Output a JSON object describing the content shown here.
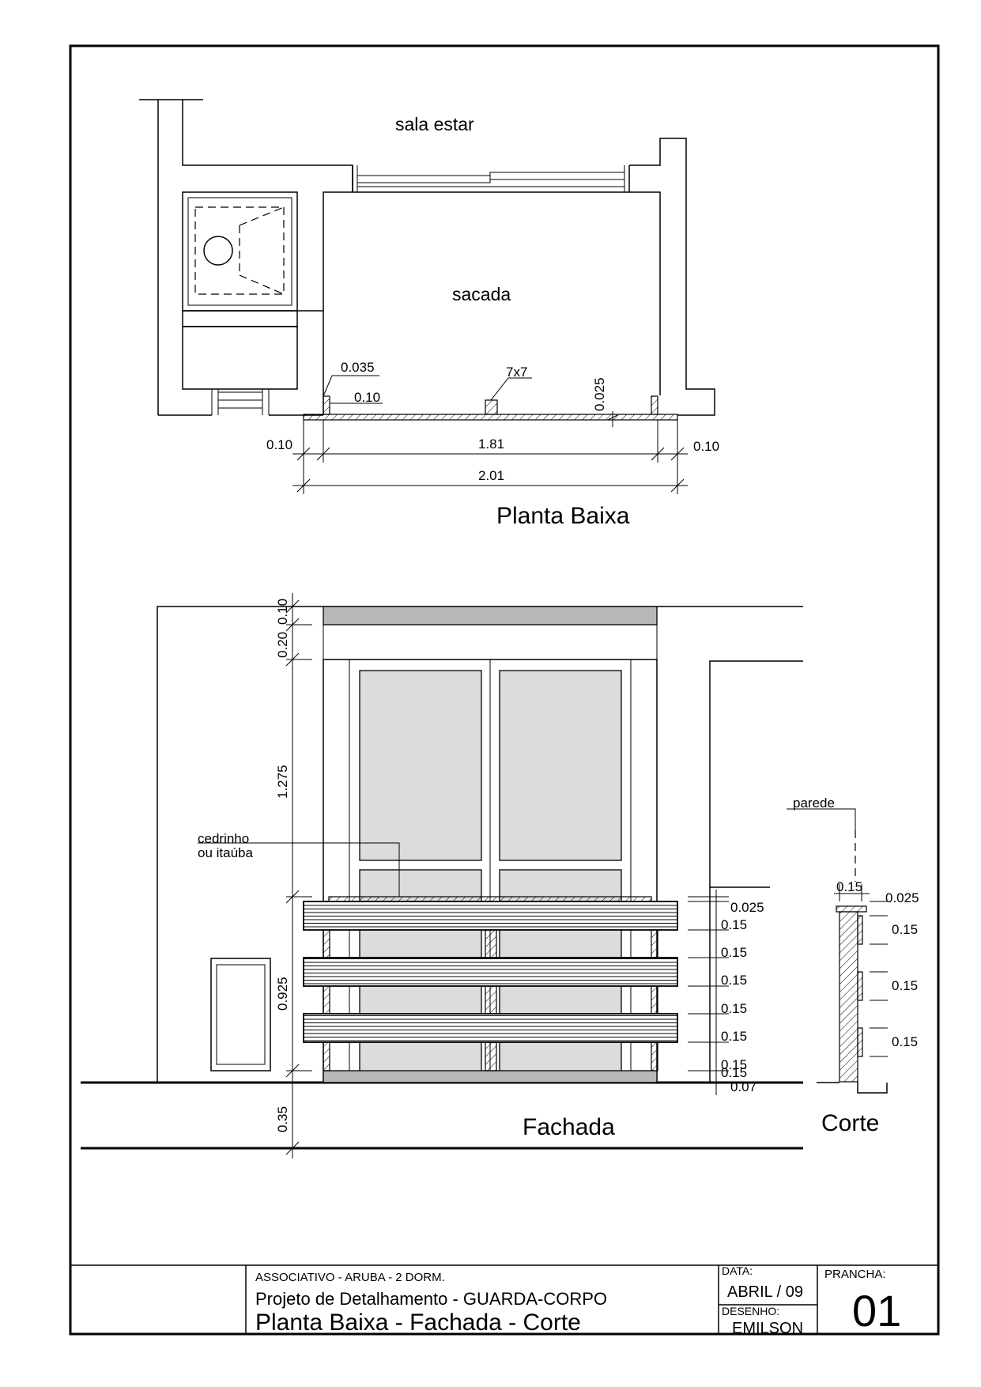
{
  "planta": {
    "room_top": "sala estar",
    "room_main": "sacada",
    "dim_0035": "0.035",
    "dim_010_inner": "0.10",
    "dim_7x7": "7x7",
    "dim_0025": "0.025",
    "dim_010_left": "0.10",
    "dim_181": "1.81",
    "dim_010_right": "0.10",
    "dim_201": "2.01",
    "title": "Planta Baixa"
  },
  "fachada": {
    "dim_010": "0.10",
    "dim_020": "0.20",
    "dim_1275": "1.275",
    "dim_0925": "0.925",
    "dim_035": "0.35",
    "label_wood_1": "cedrinho",
    "label_wood_2": "ou itaúba",
    "right_dims": [
      "0.025",
      "0.15",
      "0.15",
      "0.15",
      "0.15",
      "0.15",
      "0.15",
      "0.15",
      "0.07"
    ],
    "title": "Fachada"
  },
  "corte": {
    "label_wall": "parede",
    "dim_015_top": "0.15",
    "dim_0025": "0.025",
    "dims": [
      "0.15",
      "0.15",
      "0.15"
    ],
    "title": "Corte"
  },
  "title_block": {
    "project_line": "ASSOCIATIVO - ARUBA - 2 DORM.",
    "subject": "Projeto de Detalhamento - GUARDA-CORPO",
    "sheet_title": "Planta Baixa - Fachada - Corte",
    "data_label": "DATA:",
    "data_value": "ABRIL / 09",
    "desenho_label": "DESENHO:",
    "desenho_value": "EMILSON",
    "prancha_label": "PRANCHA:",
    "prancha_value": "01"
  }
}
